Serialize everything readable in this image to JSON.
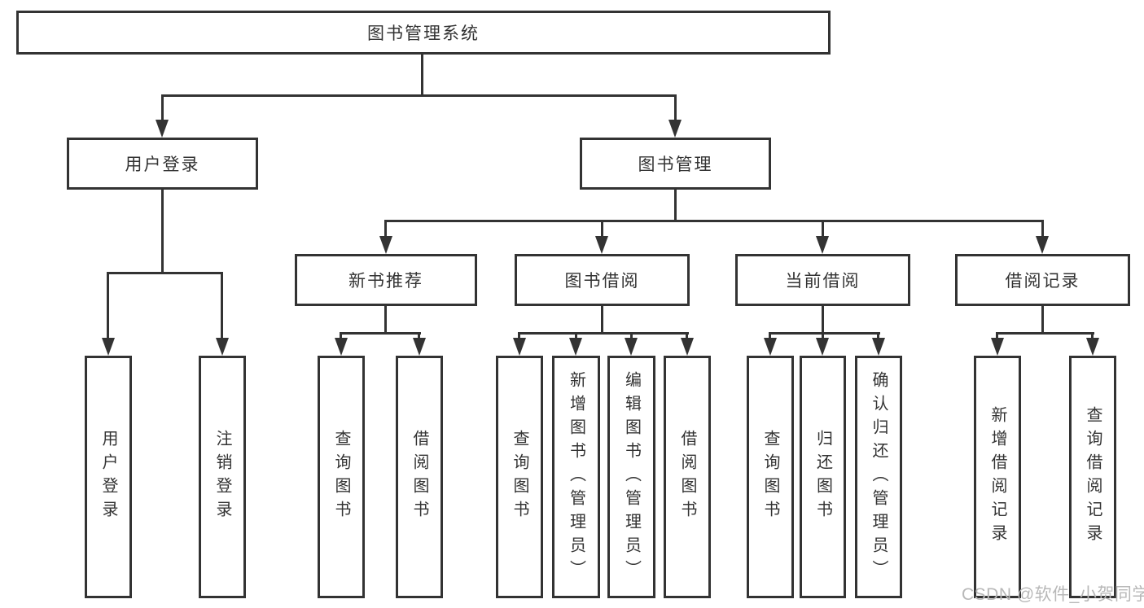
{
  "colors": {
    "line": "#333333",
    "text": "#333333",
    "background": "#ffffff",
    "watermark_gray": "#b8b8b8"
  },
  "watermark": {
    "text": "CSDN @软件_小贺同学"
  },
  "tree": {
    "root": "图书管理系统",
    "children": [
      {
        "label": "用户登录",
        "leaves": [
          "用户登录",
          "注销登录"
        ]
      },
      {
        "label": "图书管理",
        "children": [
          {
            "label": "新书推荐",
            "leaves": [
              "查询图书",
              "借阅图书"
            ]
          },
          {
            "label": "图书借阅",
            "leaves": [
              "查询图书",
              "新增图书（管理员）",
              "编辑图书（管理员）",
              "借阅图书"
            ]
          },
          {
            "label": "当前借阅",
            "leaves": [
              "查询图书",
              "归还图书",
              "确认归还（管理员）"
            ]
          },
          {
            "label": "借阅记录",
            "leaves": [
              "新增借阅记录",
              "查询借阅记录"
            ]
          }
        ]
      }
    ]
  }
}
